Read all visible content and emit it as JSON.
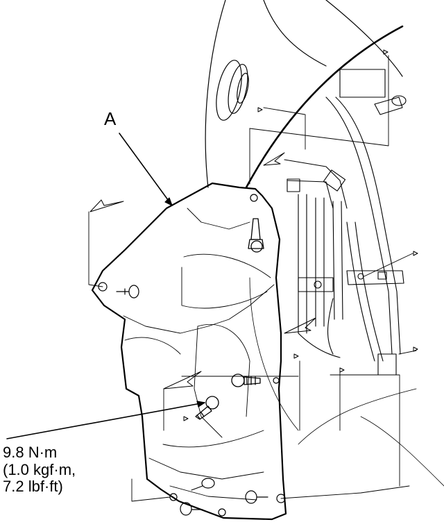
{
  "callout": {
    "label": "A"
  },
  "torque_spec": {
    "line1": "9.8 N·m",
    "line2": "(1.0 kgf·m,",
    "line3": "7.2 lbf·ft)"
  },
  "colors": {
    "line": "#000000",
    "background": "#ffffff"
  }
}
